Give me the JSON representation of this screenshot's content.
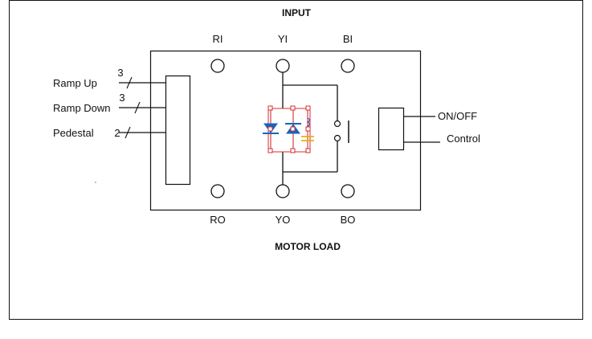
{
  "diagram": {
    "top_label": "INPUT",
    "bottom_label": "MOTOR LOAD",
    "input_terminals": [
      "RI",
      "YI",
      "BI"
    ],
    "output_terminals": [
      "RO",
      "YO",
      "BO"
    ],
    "control_inputs": [
      {
        "label": "Ramp Up",
        "wire_count": "3"
      },
      {
        "label": "Ramp Down",
        "wire_count": "3"
      },
      {
        "label": "Pedestal",
        "wire_count": "2"
      }
    ],
    "switch_labels": {
      "on_off": "ON/OFF",
      "control": "Control"
    },
    "colors": {
      "line": "#111111",
      "diode": "#1565c0",
      "snubber_wire": "#d32f2f",
      "inductor": "#3f51b5",
      "capacitor": "#e6a800"
    }
  }
}
